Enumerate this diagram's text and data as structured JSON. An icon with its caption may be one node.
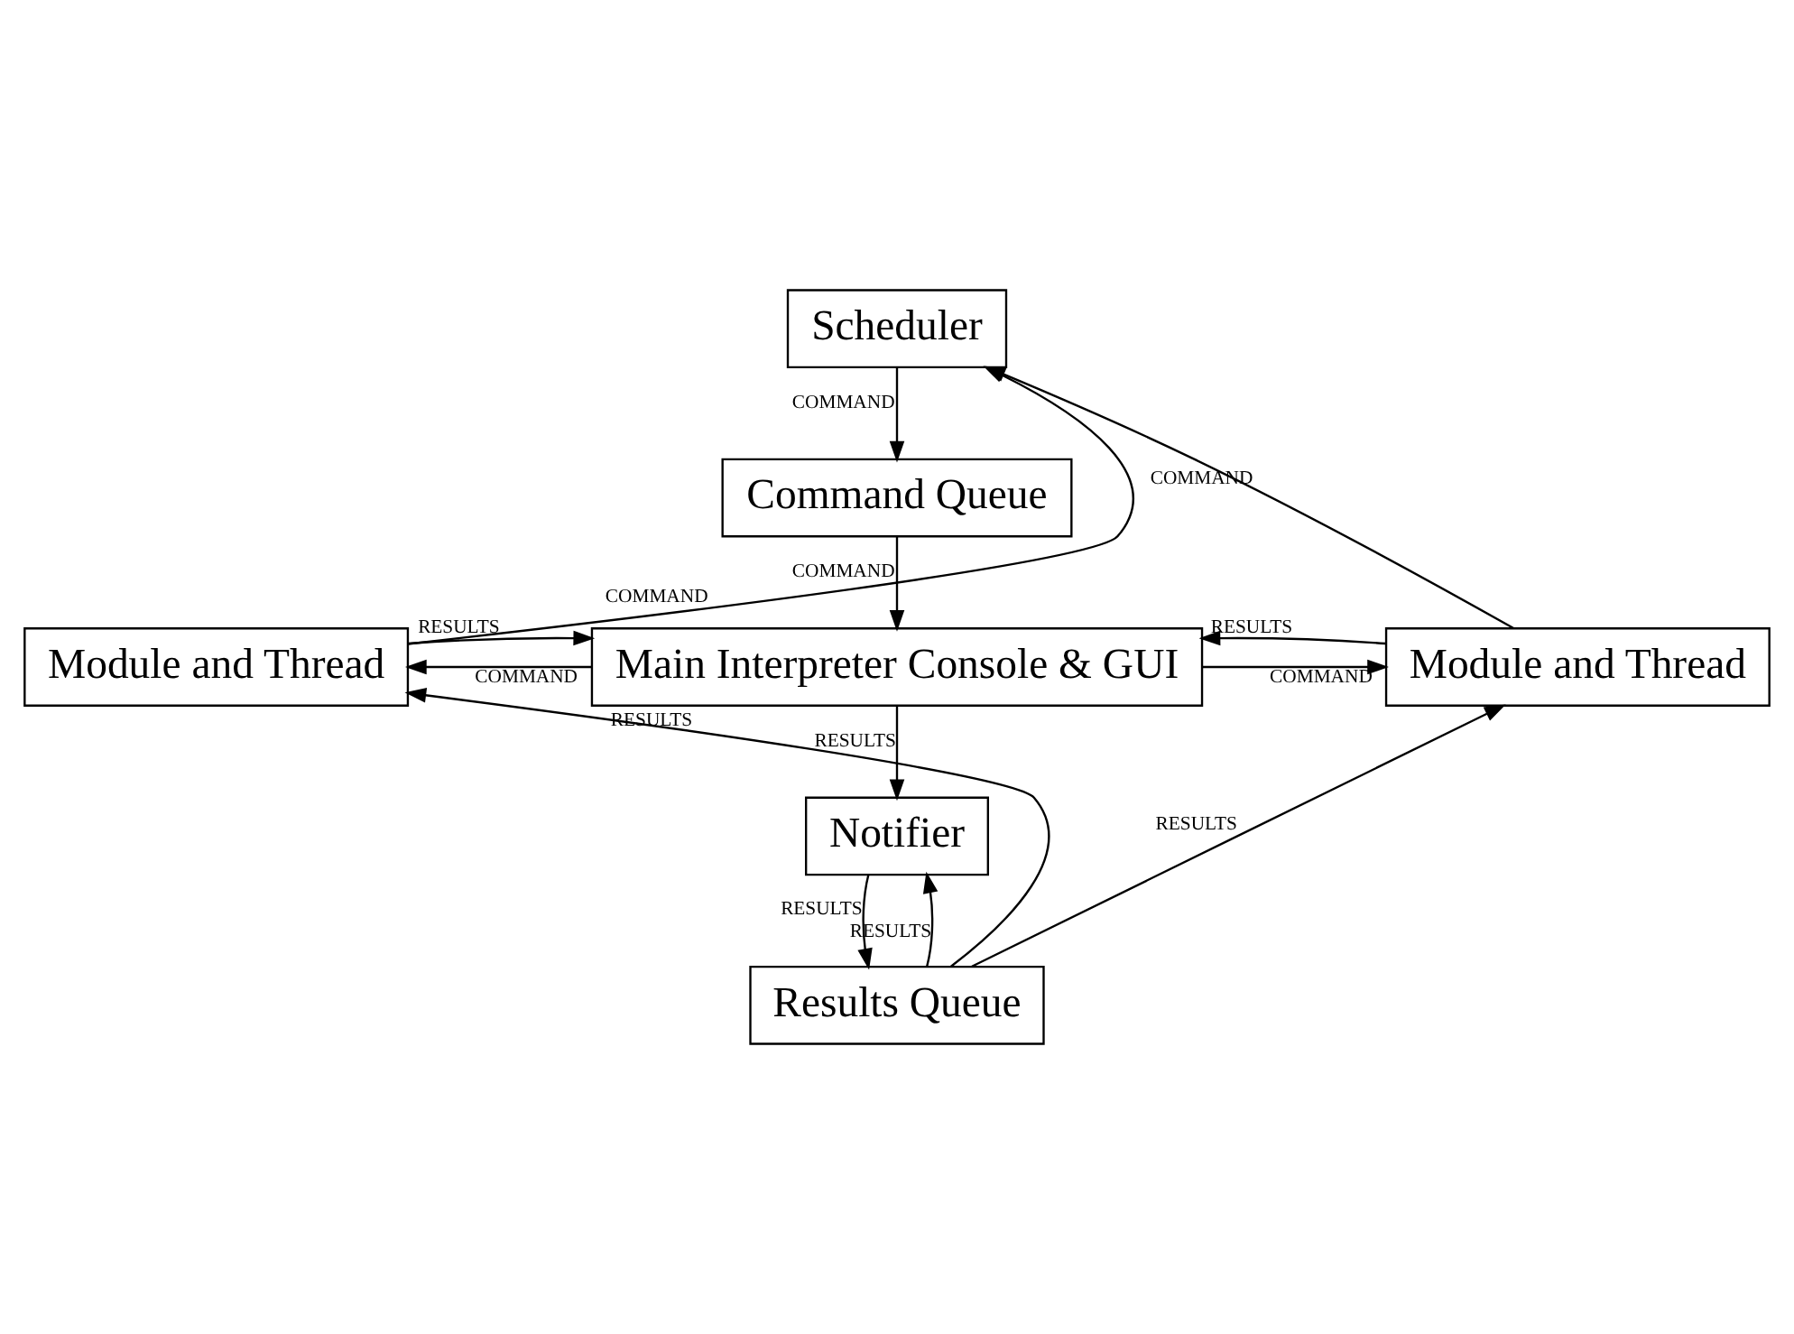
{
  "diagram": {
    "nodes": [
      {
        "text": [
          "Scheduler"
        ]
      },
      {
        "text": [
          "Command Queue"
        ]
      },
      {
        "text": [
          "Module and Thread"
        ]
      },
      {
        "text": [
          "Main Interpreter Console & GUI"
        ]
      },
      {
        "text": [
          "Module and Thread"
        ]
      },
      {
        "text": [
          "Notifier"
        ]
      },
      {
        "text": [
          "Results Queue"
        ]
      }
    ],
    "edges": [
      {
        "from": 2,
        "to": 0,
        "arrow": "to",
        "label": "COMMAND"
      },
      {
        "from": 4,
        "to": 0,
        "arrow": "to",
        "label": "COMMAND"
      },
      {
        "from": 0,
        "to": 1,
        "arrow": "to",
        "label": "COMMAND"
      },
      {
        "from": 1,
        "to": 3,
        "arrow": "to",
        "label": "COMMAND"
      },
      {
        "from": 3,
        "to": 2,
        "arrow": "to",
        "label": "COMMAND"
      },
      {
        "from": 2,
        "to": 3,
        "arrow": "to",
        "label": "RESULTS"
      },
      {
        "from": 3,
        "to": 4,
        "arrow": "to",
        "label": "COMMAND"
      },
      {
        "from": 4,
        "to": 3,
        "arrow": "to",
        "label": "RESULTS"
      },
      {
        "from": 3,
        "to": 5,
        "arrow": "to",
        "label": "RESULTS"
      },
      {
        "from": 6,
        "to": 5,
        "arrow": "to",
        "label": "RESULTS"
      },
      {
        "from": 5,
        "to": 6,
        "arrow": "to",
        "label": "RESULTS"
      },
      {
        "from": 6,
        "to": 2,
        "arrow": "to",
        "label": "RESULTS"
      },
      {
        "from": 6,
        "to": 4,
        "arrow": "to",
        "label": "RESULTS"
      }
    ]
  }
}
